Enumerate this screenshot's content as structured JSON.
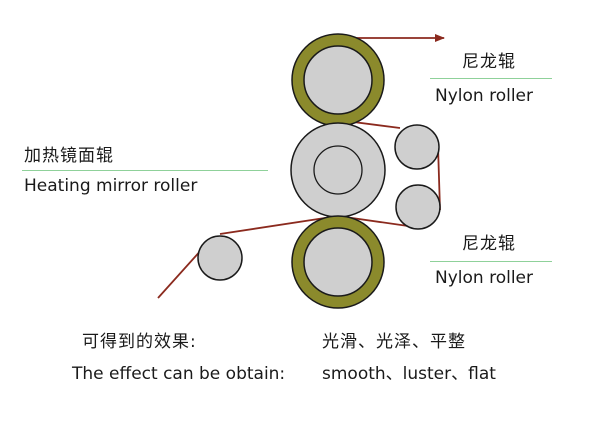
{
  "labels": {
    "top_nylon_cn": "尼龙辊",
    "top_nylon_en": "Nylon roller",
    "heating_cn": "加热镜面辊",
    "heating_en": "Heating mirror roller",
    "bottom_nylon_cn": "尼龙辊",
    "bottom_nylon_en": "Nylon roller"
  },
  "effect": {
    "label_cn": "可得到的效果:",
    "value_cn": "光滑、光泽、平整",
    "label_en": "The effect can be obtain:",
    "value_en": "smooth、luster、flat"
  },
  "colors": {
    "nylon_ring": "#8b8a2c",
    "roller_fill": "#cfcfcf",
    "outline": "#1a1a1a",
    "film_path": "#8b2a1e",
    "label_rule": "#8fd19a"
  }
}
